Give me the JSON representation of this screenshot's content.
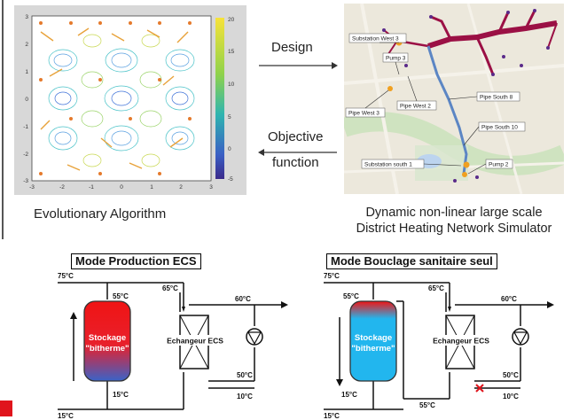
{
  "top": {
    "design_label": "Design",
    "objective_label_line1": "Objective",
    "objective_label_line2": "function",
    "left_caption": "Evolutionary Algorithm",
    "right_caption_line1": "Dynamic non-linear large scale",
    "right_caption_line2": "District Heating Network Simulator"
  },
  "plot": {
    "colorbar_ticks": [
      "20",
      "15",
      "10",
      "5",
      "0",
      "-5"
    ],
    "x_ticks": [
      "-3",
      "-2",
      "-1",
      "0",
      "1",
      "2",
      "3"
    ],
    "y_ticks": [
      "3",
      "2",
      "1",
      "0",
      "-1",
      "-2",
      "-3"
    ]
  },
  "map": {
    "labels": [
      "Substation West 3",
      "Pump 3",
      "Pipe West 3",
      "Pipe West 2",
      "Pipe South 8",
      "Pipe South 10",
      "Substation south 1",
      "Pump 2"
    ]
  },
  "mode1": {
    "title": "Mode Production ECS",
    "t_top": "75°C",
    "t_tank_top": "55°C",
    "t_mid": "65°C",
    "t_out": "60°C",
    "t_return": "50°C",
    "t_cold": "10°C",
    "t_tank_bottom": "15°C",
    "t_bottom": "15°C",
    "tank_line1": "Stockage",
    "tank_line2": "\"bitherme\"",
    "exchanger": "Echangeur ECS"
  },
  "mode2": {
    "title": "Mode Bouclage sanitaire seul",
    "t_top": "75°C",
    "t_tank_top": "55°C",
    "t_mid": "65°C",
    "t_out": "60°C",
    "t_return": "50°C",
    "t_cold": "10°C",
    "t_tank_bottom": "15°C",
    "t_loop": "55°C",
    "t_bottom": "15°C",
    "tank_line1": "Stockage",
    "tank_line2": "\"bitherme\"",
    "exchanger": "Echangeur ECS"
  },
  "colors": {
    "accent_red": "#e0141c",
    "tank_hot": "#f01414",
    "tank_cold_mode1": "#3a63c8",
    "tank_cold_mode2": "#22b6ee",
    "pipe_network": "#9b1045",
    "pipe_blue": "#5c86c4"
  }
}
